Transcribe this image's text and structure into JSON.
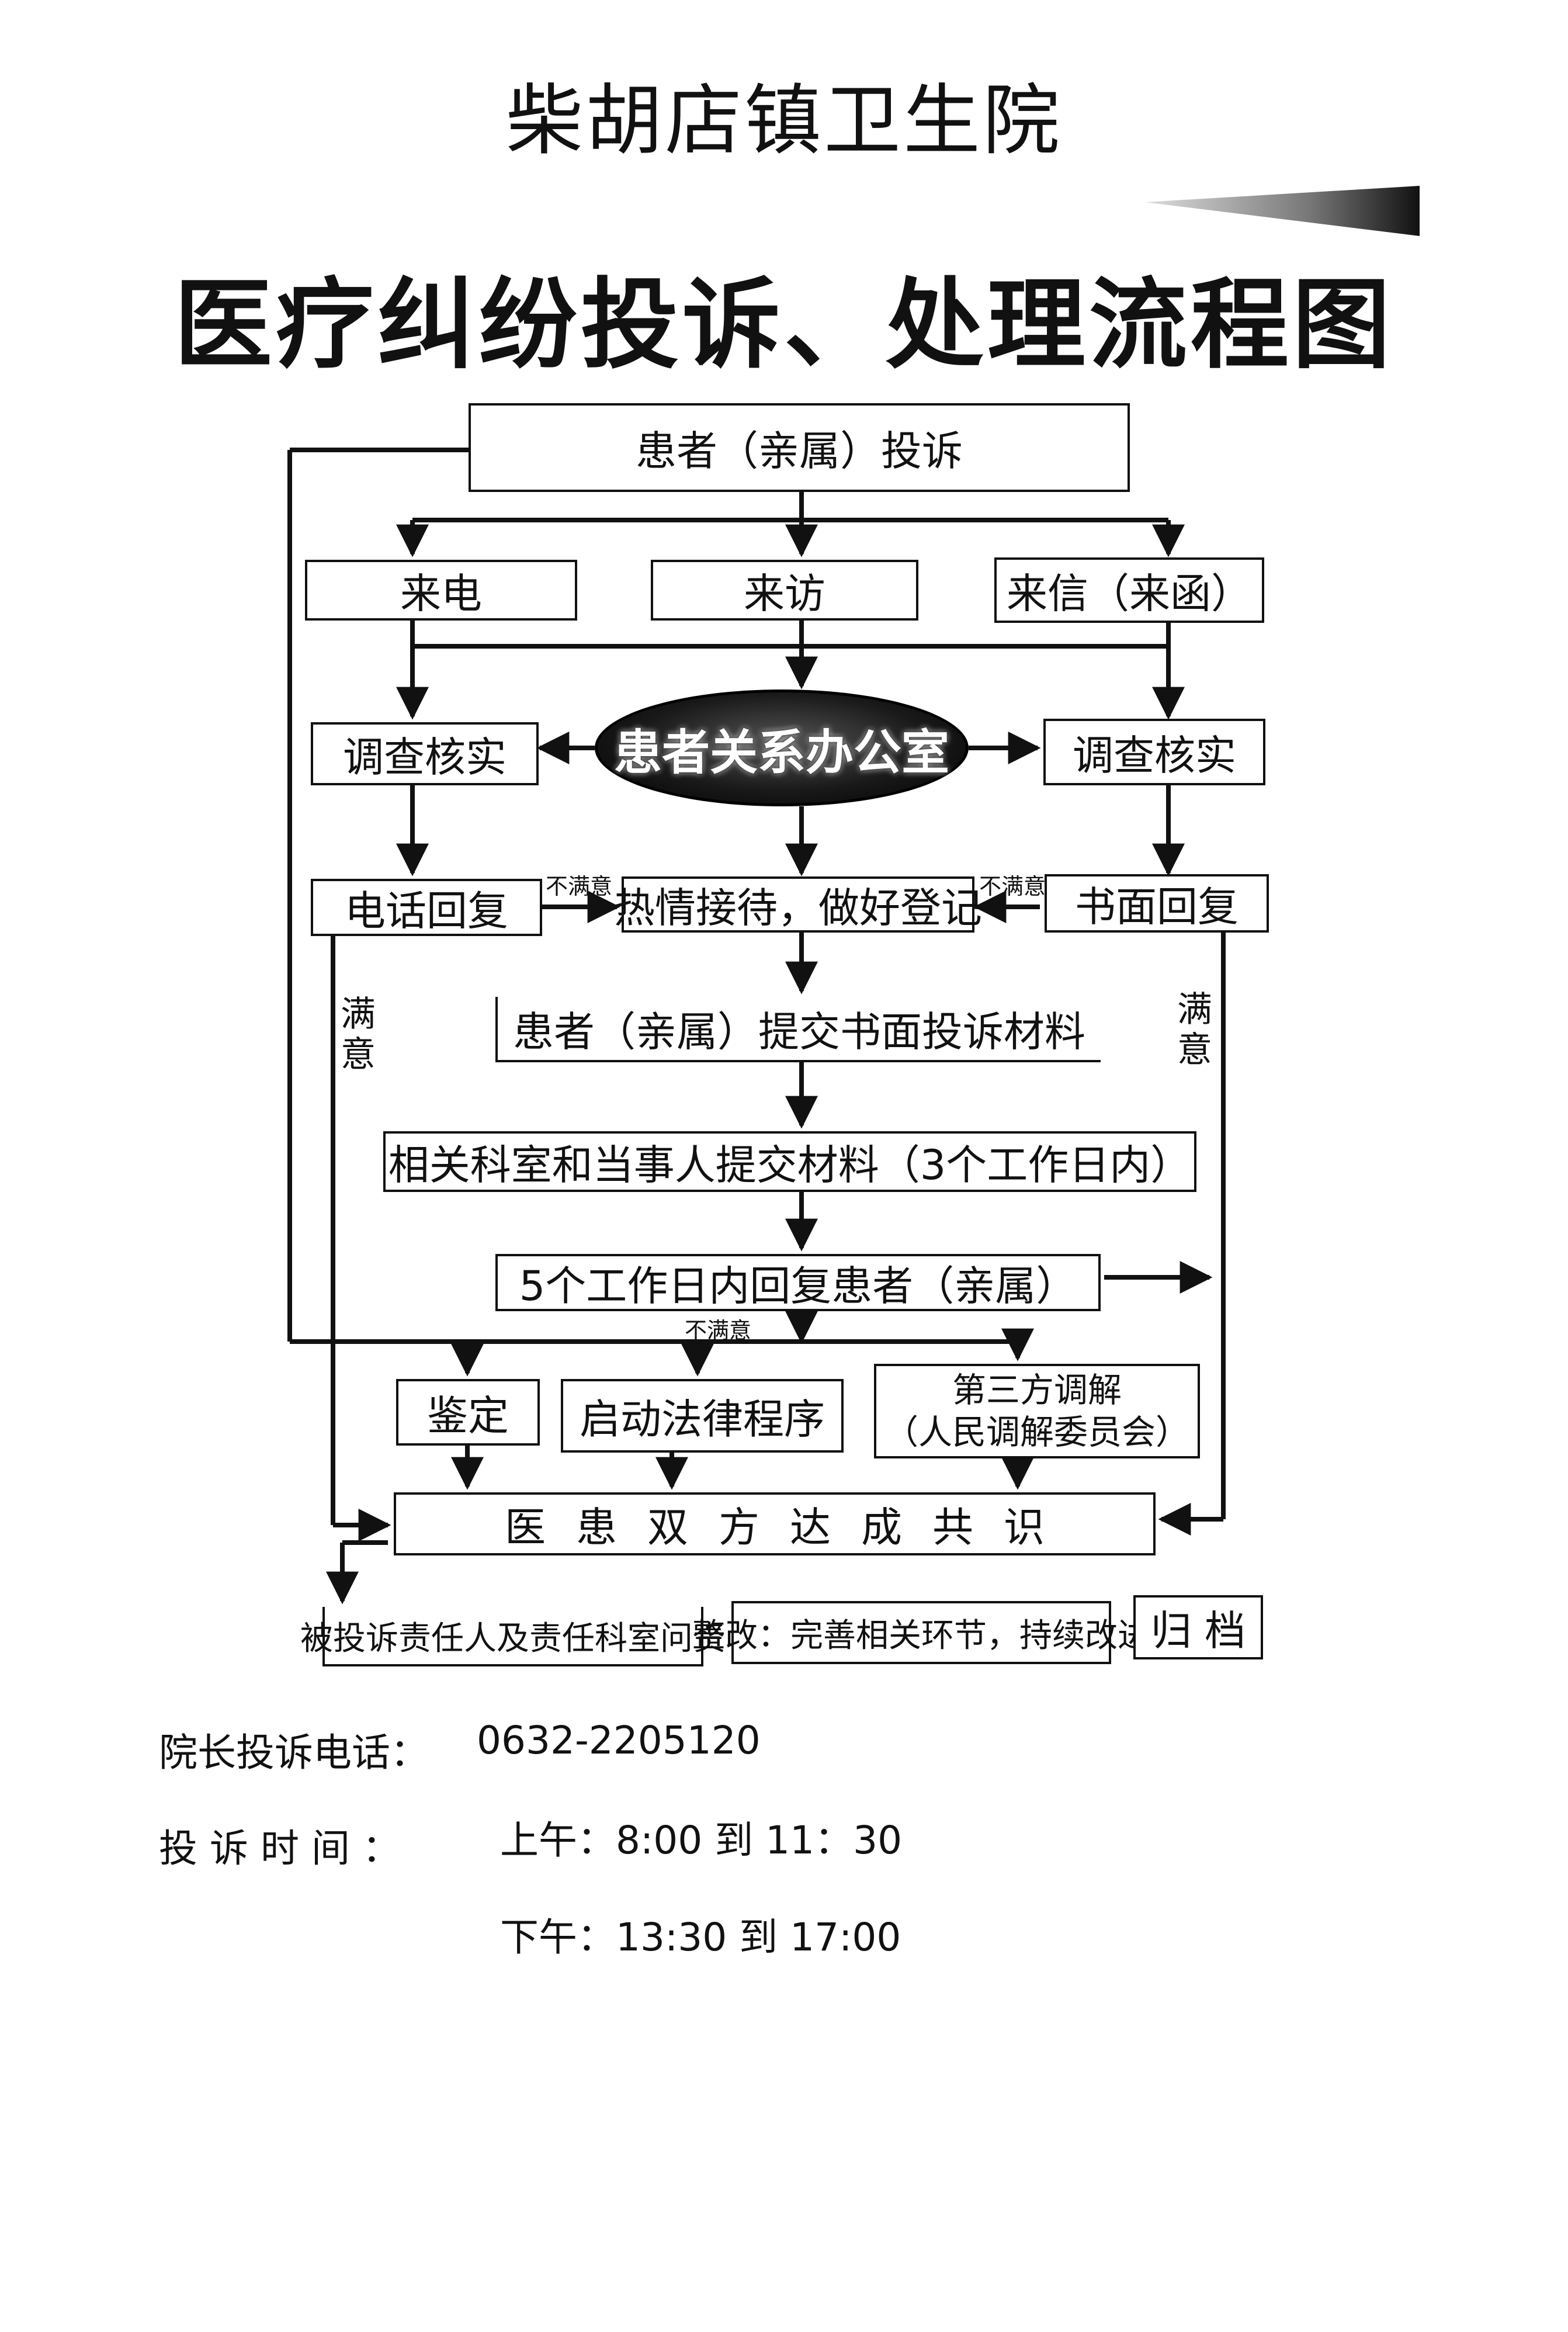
{
  "header": {
    "hospital": "柴胡店镇卫生院",
    "title": "医疗纠纷投诉、处理流程图"
  },
  "flow": {
    "complaint": "患者（亲属）投诉",
    "call": "来电",
    "visit": "来访",
    "letter": "来信（来函）",
    "investigate_left": "调查核实",
    "office": "患者关系办公室",
    "investigate_right": "调查核实",
    "phone_reply": "电话回复",
    "reception": "热情接待，做好登记",
    "written_reply": "书面回复",
    "submit_patient": "患者（亲属）提交书面投诉材料",
    "submit_dept": "相关科室和当事人提交材料（3个工作日内）",
    "reply_5days": "5个工作日内回复患者（亲属）",
    "appraisal": "鉴定",
    "legal": "启动法律程序",
    "mediation_line1": "第三方调解",
    "mediation_line2": "（人民调解委员会）",
    "consensus": "医患双方达成共识",
    "accountability": "被投诉责任人及责任科室问责",
    "rectify": "整改：完善相关环节，持续改进",
    "archive": "归  档",
    "unsatisfied_left": "不满意",
    "unsatisfied_right": "不满意",
    "unsatisfied_bottom": "不满意",
    "satisfied_left": "满意",
    "satisfied_right": "满意"
  },
  "contact": {
    "phone_label": "院长投诉电话：",
    "phone": "0632-2205120",
    "time_label": "投 诉 时 间 ：",
    "morning": "上午：8:00 到 11：30",
    "afternoon": "下午：13:30 到 17:00"
  }
}
